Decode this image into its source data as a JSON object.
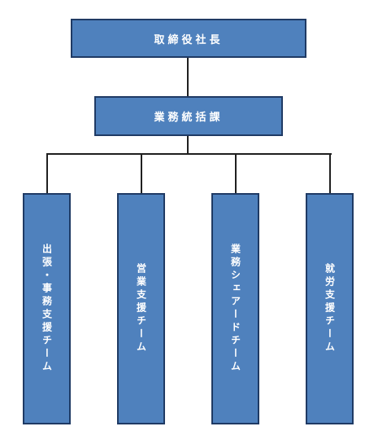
{
  "org_chart": {
    "root": {
      "label": "取締役社長"
    },
    "department": {
      "label": "業務統括課"
    },
    "teams": [
      {
        "label": "出張・事務支援チーム"
      },
      {
        "label": "営業支援チーム"
      },
      {
        "label": "業務シェアードチーム"
      },
      {
        "label": "就労支援チーム"
      }
    ]
  },
  "colors": {
    "box_fill": "#4f81bd",
    "box_border": "#1f3a64",
    "connector": "#1f1f1f",
    "text": "#ffffff"
  }
}
